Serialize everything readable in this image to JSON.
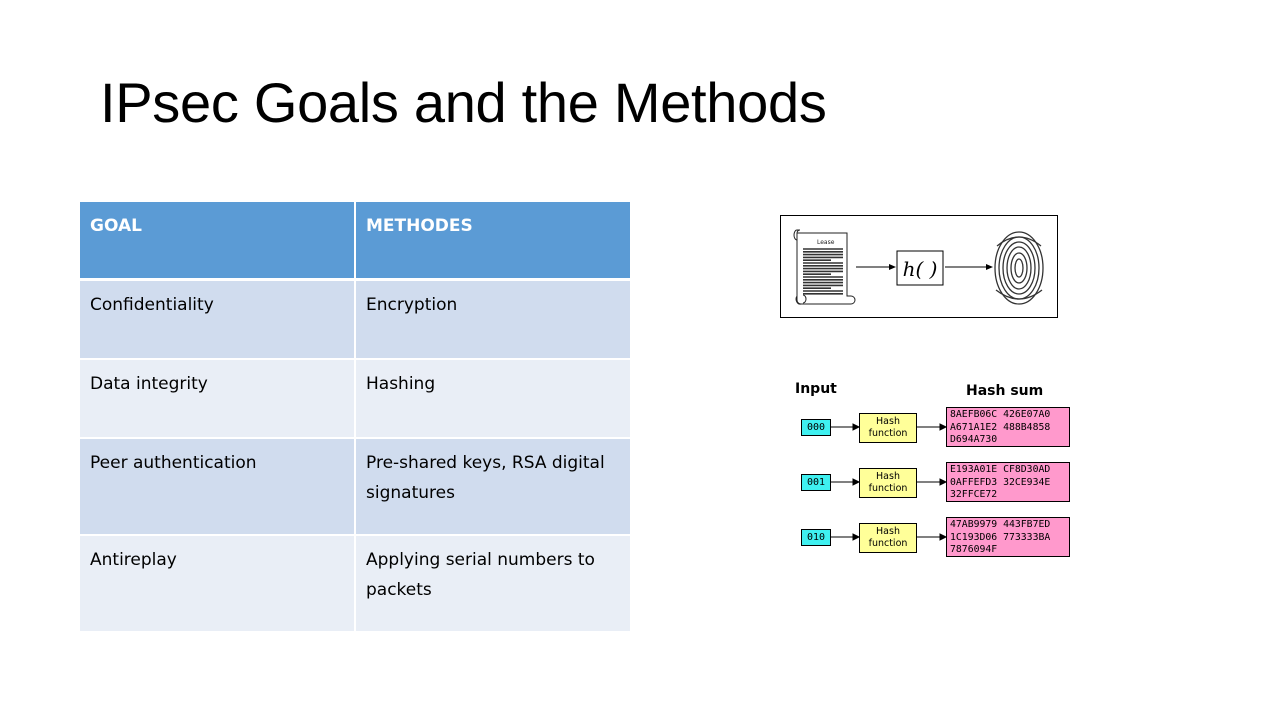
{
  "slide": {
    "title": "IPsec Goals and the Methods"
  },
  "table": {
    "headers": [
      "GOAL",
      "METHODES"
    ],
    "rows": [
      [
        "Confidentiality",
        "Encryption"
      ],
      [
        "Data integrity",
        "Hashing"
      ],
      [
        "Peer authentication",
        "Pre-shared keys, RSA digital signatures"
      ],
      [
        "Antireplay",
        "Applying serial numbers to packets"
      ]
    ]
  },
  "hash_illustration": {
    "document_label": "Lease",
    "function_label": "h( )"
  },
  "hash_diagram": {
    "input_heading": "Input",
    "output_heading": "Hash sum",
    "function_label_line1": "Hash",
    "function_label_line2": "function",
    "rows": [
      {
        "input": "000",
        "sum": "8AEFB06C 426E07A0\nA671A1E2 488B4858\nD694A730"
      },
      {
        "input": "001",
        "sum": "E193A01E CF8D30AD\n0AFFEFD3 32CE934E\n32FFCE72"
      },
      {
        "input": "010",
        "sum": "47AB9979 443FB7ED\n1C193D06 773333BA\n7876094F"
      }
    ]
  },
  "colors": {
    "header_blue": "#5b9bd5",
    "row_dark": "#d0dcee",
    "row_light": "#e9eef6",
    "input_cyan": "#3ff0f0",
    "function_yellow": "#ffff99",
    "sum_pink": "#ff99cc"
  }
}
